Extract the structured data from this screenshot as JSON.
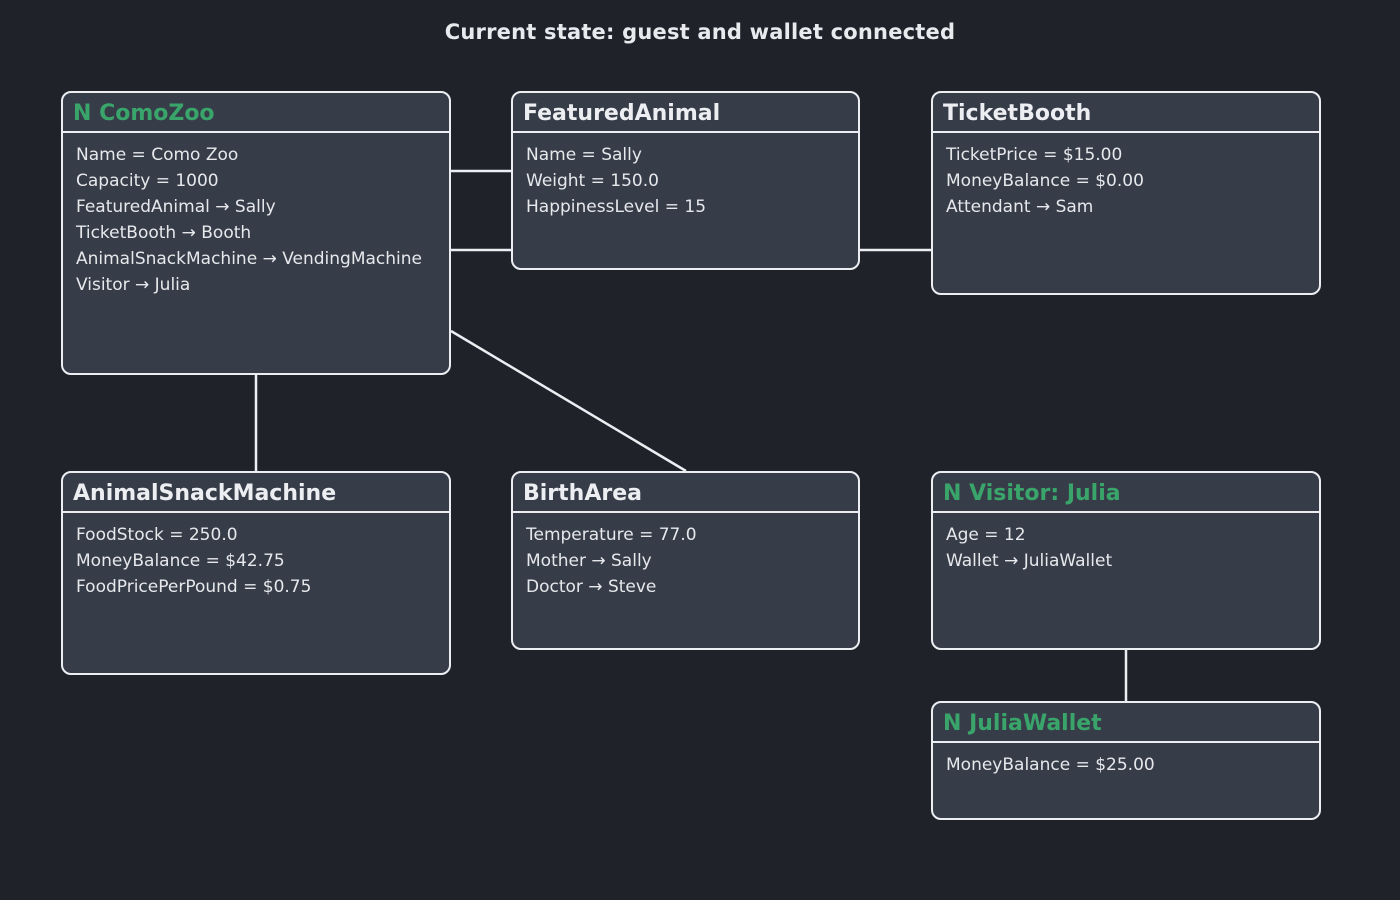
{
  "title": "Current state: guest and wallet connected",
  "objects": {
    "comozoo": {
      "title": "N ComoZoo",
      "is_new": true,
      "fields": [
        "Name = Como Zoo",
        "Capacity = 1000",
        "FeaturedAnimal → Sally",
        "TicketBooth → Booth",
        "AnimalSnackMachine → VendingMachine",
        "Visitor → Julia"
      ]
    },
    "featuredanimal": {
      "title": "FeaturedAnimal",
      "is_new": false,
      "fields": [
        "Name = Sally",
        "Weight = 150.0",
        "HappinessLevel = 15"
      ]
    },
    "ticketbooth": {
      "title": "TicketBooth",
      "is_new": false,
      "fields": [
        "TicketPrice = $15.00",
        "MoneyBalance = $0.00",
        "Attendant → Sam"
      ]
    },
    "snackmachine": {
      "title": "AnimalSnackMachine",
      "is_new": false,
      "fields": [
        "FoodStock = 250.0",
        "MoneyBalance = $42.75",
        "FoodPricePerPound = $0.75"
      ]
    },
    "birtharea": {
      "title": "BirthArea",
      "is_new": false,
      "fields": [
        "Temperature = 77.0",
        "Mother → Sally",
        "Doctor → Steve"
      ]
    },
    "visitor": {
      "title": "N Visitor: Julia",
      "is_new": true,
      "fields": [
        "Age = 12",
        "Wallet → JuliaWallet"
      ]
    },
    "wallet": {
      "title": "N JuliaWallet",
      "is_new": true,
      "fields": [
        "MoneyBalance = $25.00"
      ]
    }
  },
  "connections": [
    [
      "comozoo",
      "featuredanimal"
    ],
    [
      "comozoo",
      "ticketbooth"
    ],
    [
      "comozoo",
      "snackmachine"
    ],
    [
      "comozoo",
      "birtharea"
    ],
    [
      "visitor",
      "wallet"
    ]
  ],
  "colors": {
    "background": "#1f2229",
    "box_fill": "#373d48",
    "box_border": "#eceef2",
    "new_object_title": "#3aa56b",
    "text": "#e8eaee"
  }
}
